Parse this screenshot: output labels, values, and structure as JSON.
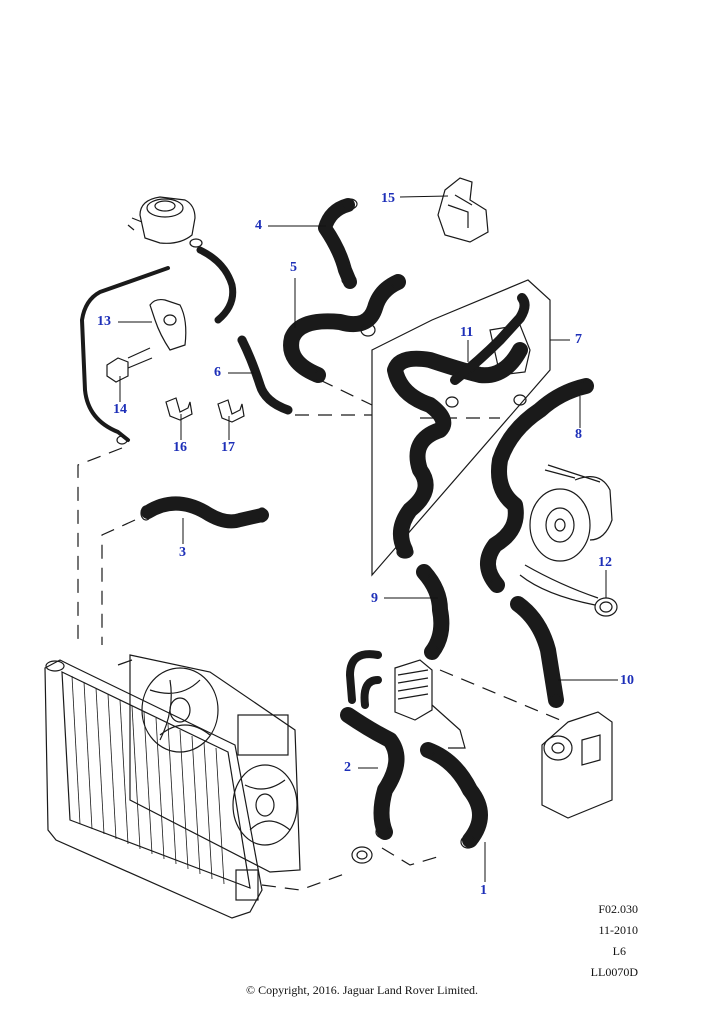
{
  "diagram": {
    "callouts": [
      "1",
      "2",
      "3",
      "4",
      "5",
      "6",
      "7",
      "8",
      "9",
      "10",
      "11",
      "12",
      "13",
      "14",
      "15",
      "16",
      "17"
    ],
    "footer": {
      "figure_code": "F02.030",
      "date": "11-2010",
      "engine": "L6",
      "illustration_id": "LL0070D",
      "copyright": "© Copyright, 2016. Jaguar Land Rover Limited."
    }
  }
}
